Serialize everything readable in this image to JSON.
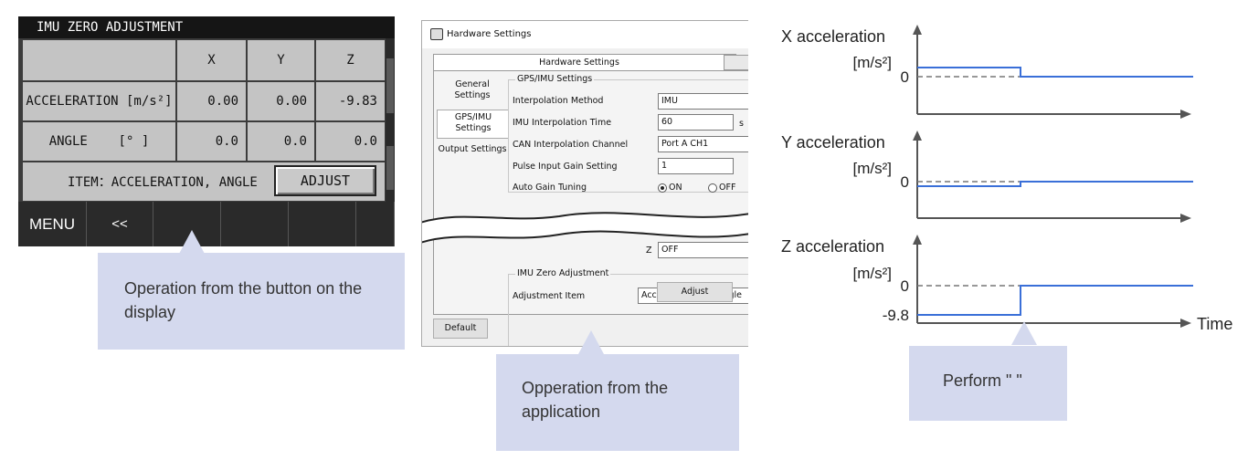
{
  "device": {
    "title": "IMU ZERO ADJUSTMENT",
    "columns": [
      "X",
      "Y",
      "Z"
    ],
    "rows": [
      {
        "label": "ACCELERATION [m/s²]",
        "values": [
          "0.00",
          "0.00",
          "-9.83"
        ]
      },
      {
        "label": "ANGLE    [° ]",
        "values": [
          "0.0",
          "0.0",
          "0.0"
        ]
      }
    ],
    "item_text": "ITEM：ACCELERATION, ANGLE",
    "adjust_label": "ADJUST",
    "menu_label": "MENU",
    "back_label": "<<"
  },
  "callout_device": "Operation from the button on the display",
  "app": {
    "window_title": "Hardware Settings",
    "tab_label": "Hardware Settings",
    "side_tabs": [
      "General Settings",
      "GPS/IMU Settings",
      "Output Settings"
    ],
    "gps_group_title": "GPS/IMU Settings",
    "fields": [
      {
        "label": "Interpolation Method",
        "value": "IMU"
      },
      {
        "label": "IMU Interpolation Time",
        "value": "60",
        "unit": "s"
      },
      {
        "label": "CAN Interpolation Channel",
        "value": "Port A CH1"
      },
      {
        "label": "Pulse Input Gain Setting",
        "value": "1"
      }
    ],
    "auto_gain": {
      "label": "Auto Gain Tuning",
      "on_label": "ON",
      "off_label": "OFF",
      "selected": "ON"
    },
    "z_row": {
      "label": "Z",
      "value": "OFF"
    },
    "zero_group_title": "IMU Zero Adjustment",
    "adjustment_item_label": "Adjustment Item",
    "adjustment_item_value": "Acceleration and Angle",
    "adjust_button": "Adjust",
    "default_button": "Default"
  },
  "callout_app": "Opperation from the application",
  "callout_chart": "Perform \" \"",
  "chart_data": [
    {
      "type": "line",
      "title": "X acceleration",
      "unit": "[m/s²]",
      "zero_label": "0",
      "x_label": "",
      "step_before": 0.4,
      "step_after": 0,
      "line_color": "#3a6fd8"
    },
    {
      "type": "line",
      "title": "Y acceleration",
      "unit": "[m/s²]",
      "zero_label": "0",
      "x_label": "",
      "step_before": -0.2,
      "step_after": 0,
      "line_color": "#3a6fd8"
    },
    {
      "type": "line",
      "title": "Z acceleration",
      "unit": "[m/s²]",
      "zero_label": "0",
      "min_label": "-9.8",
      "x_label": "Time",
      "step_before": -9.8,
      "step_after": 0,
      "line_color": "#3a6fd8"
    }
  ],
  "colors": {
    "callout": "#d4d9ee",
    "device_cell": "#c4c4c4",
    "device_bg": "#3c3c3c",
    "line": "#3a6fd8"
  }
}
